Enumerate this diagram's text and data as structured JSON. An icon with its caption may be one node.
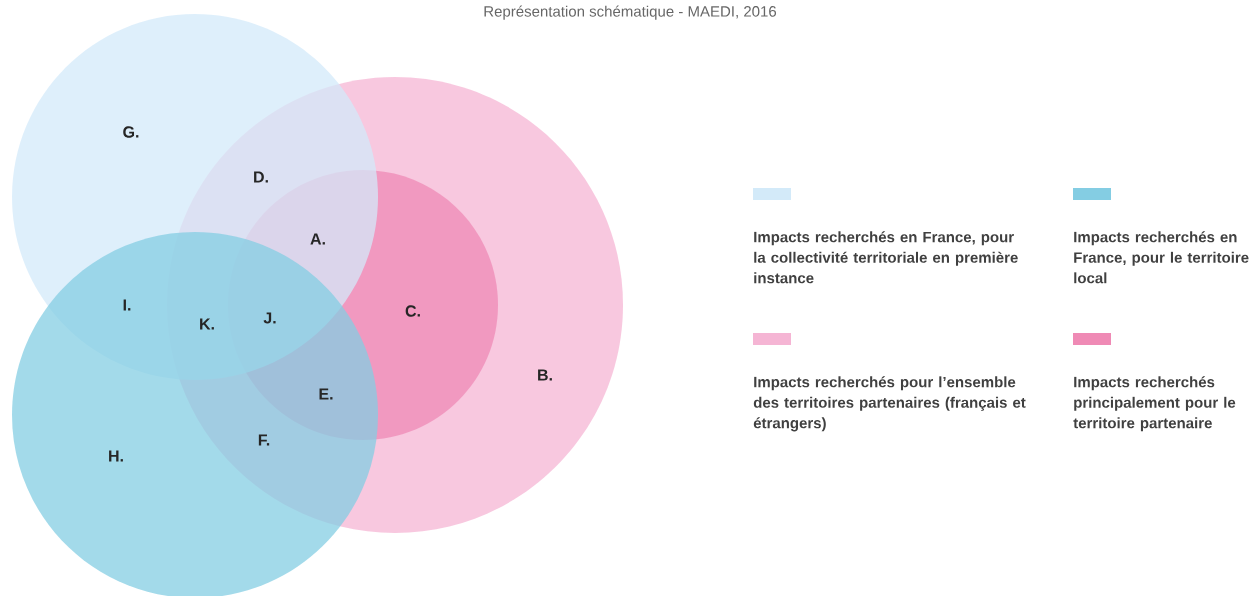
{
  "diagram": {
    "title": "Représentation schématique - MAEDI, 2016",
    "labels": [
      "G.",
      "D.",
      "A.",
      "I.",
      "K.",
      "J.",
      "C.",
      "B.",
      "E.",
      "F.",
      "H."
    ],
    "legend": [
      {
        "text": "Impacts recherchés en France, pour la collectivité territoriale en première instance",
        "color": "#d3eaf9"
      },
      {
        "text": "Impacts recherchés en France, pour le territoire local",
        "color": "#84cde3"
      },
      {
        "text": "Impacts recherchés pour l’ensemble des territoires partenaires (français et étrangers)",
        "color": "#f5b5d4"
      },
      {
        "text": "Impacts recherchés principalement pour le territoire partenaire",
        "color": "#ef8ab5"
      }
    ]
  }
}
